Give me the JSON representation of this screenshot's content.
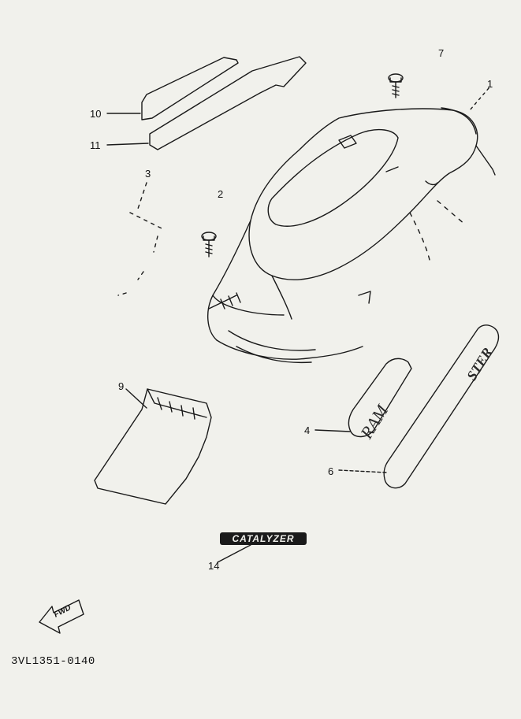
{
  "callouts": [
    {
      "id": "part-1",
      "text": "1"
    },
    {
      "id": "part-2",
      "text": "2"
    },
    {
      "id": "part-3",
      "text": "3"
    },
    {
      "id": "part-4",
      "text": "4"
    },
    {
      "id": "part-6",
      "text": "6"
    },
    {
      "id": "part-7",
      "text": "7"
    },
    {
      "id": "part-9",
      "text": "9"
    },
    {
      "id": "part-10",
      "text": "10"
    },
    {
      "id": "part-11",
      "text": "11"
    },
    {
      "id": "part-14",
      "text": "14"
    }
  ],
  "decal_catalyzer": "CATALYZER",
  "decal_ram": "RAM",
  "decal_ster": "STER",
  "fwd_arrow_text": "FWD",
  "diagram_code": "3VL1351-0140",
  "colors": {
    "paper": "#f1f1ec",
    "ink": "#111111"
  }
}
